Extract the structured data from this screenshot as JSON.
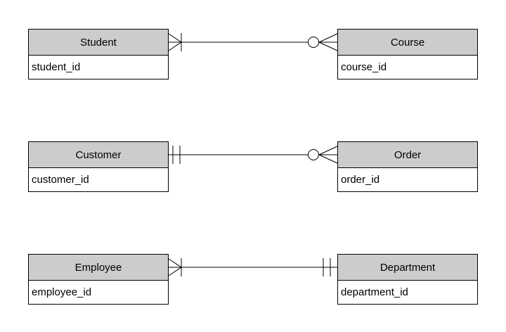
{
  "diagram": {
    "type": "entity-relationship",
    "notation": "crows-foot",
    "colors": {
      "background": "#ffffff",
      "entity_header_fill": "#cccccc",
      "entity_body_fill": "#ffffff",
      "border": "#000000",
      "text": "#000000"
    },
    "rows": [
      {
        "left": {
          "name": "Student",
          "attribute": "student_id"
        },
        "right": {
          "name": "Course",
          "attribute": "course_id"
        },
        "left_cardinality": "one or many",
        "right_cardinality": "zero or many"
      },
      {
        "left": {
          "name": "Customer",
          "attribute": "customer_id"
        },
        "right": {
          "name": "Order",
          "attribute": "order_id"
        },
        "left_cardinality": "exactly one",
        "right_cardinality": "zero or many"
      },
      {
        "left": {
          "name": "Employee",
          "attribute": "employee_id"
        },
        "right": {
          "name": "Department",
          "attribute": "department_id"
        },
        "left_cardinality": "one or many",
        "right_cardinality": "exactly one"
      }
    ]
  }
}
